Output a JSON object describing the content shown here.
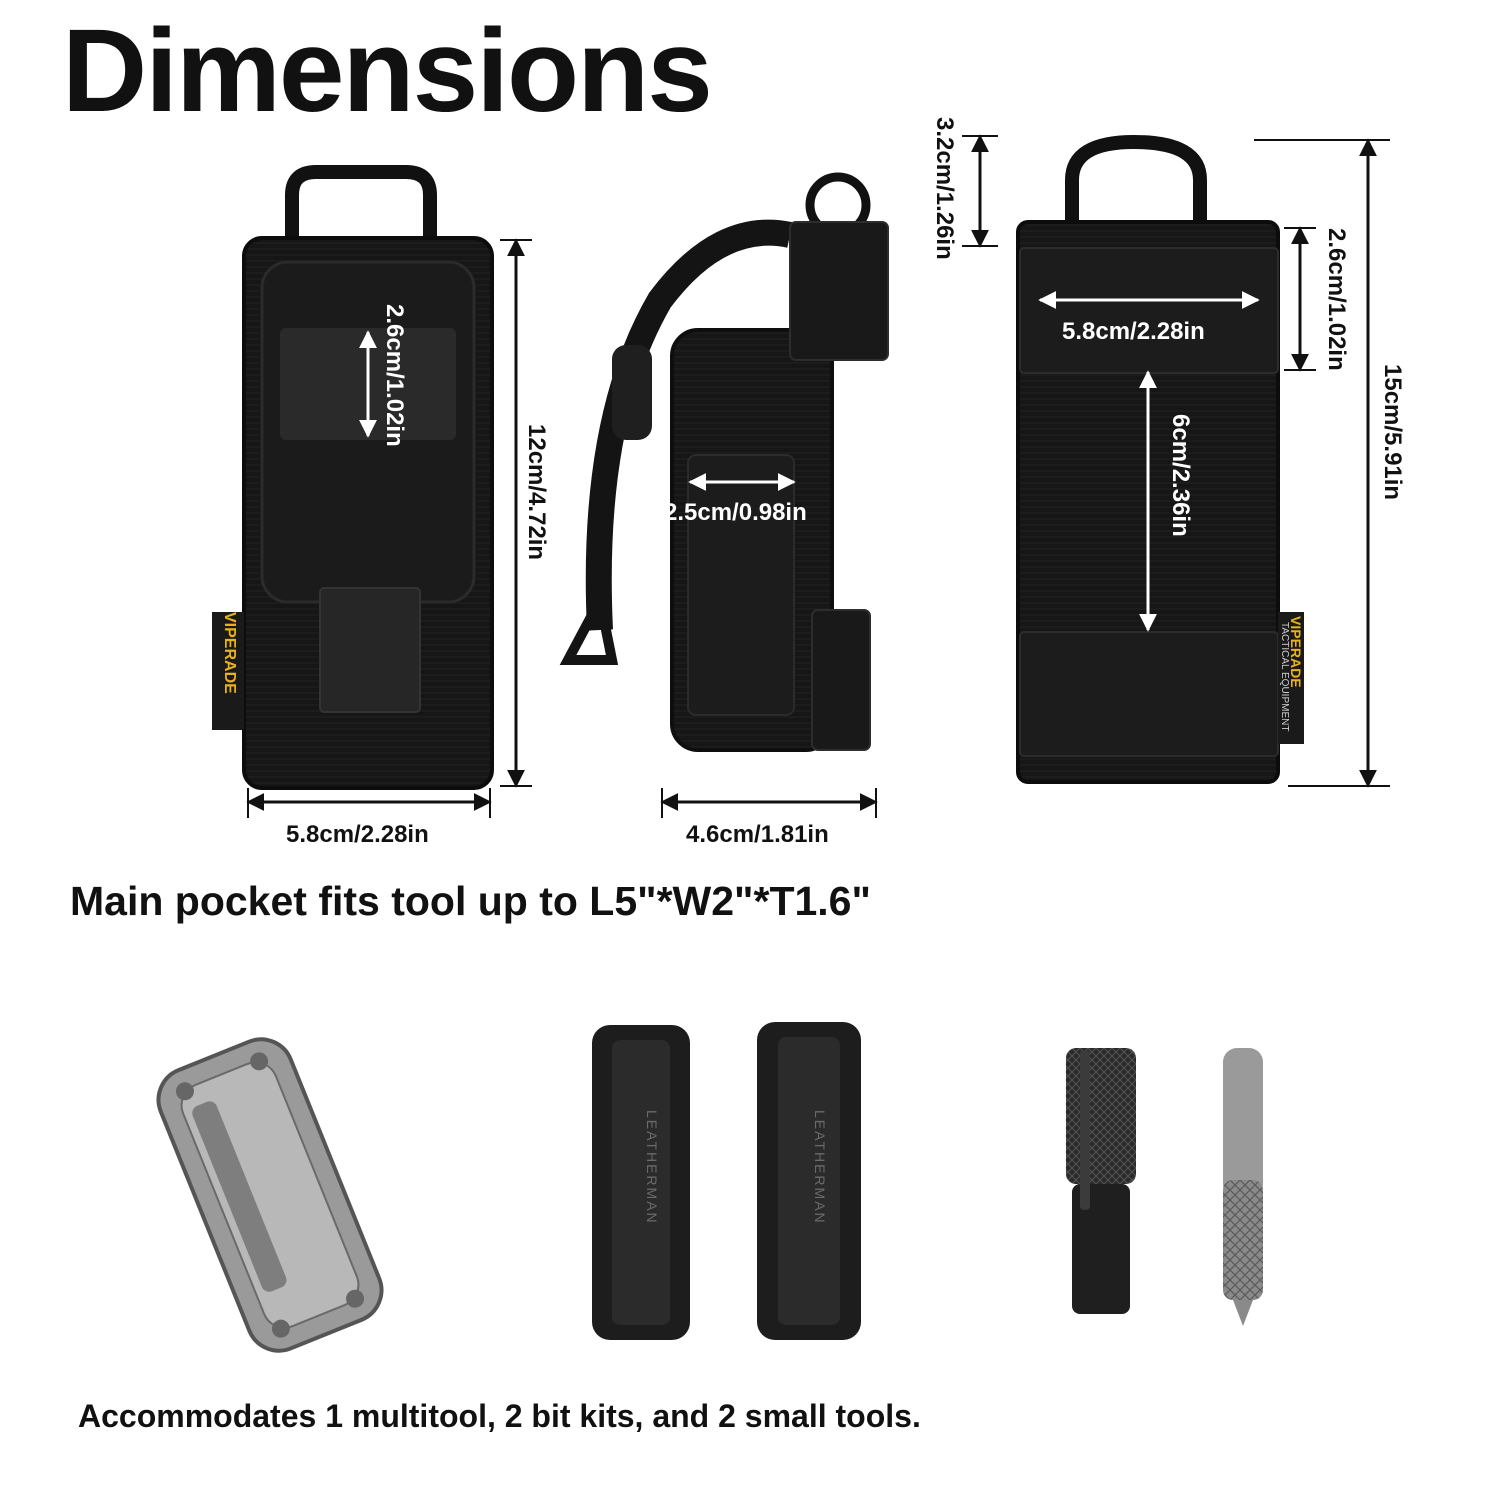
{
  "title": "Dimensions",
  "pouch_front": {
    "height": "12cm/4.72in",
    "width": "5.8cm/2.28in",
    "velcro": "2.6cm/1.02in",
    "brand": "VIPERADE"
  },
  "pouch_side": {
    "width": "4.6cm/1.81in",
    "slot": "2.5cm/0.98in"
  },
  "pouch_back": {
    "ring": "3.2cm/1.26in",
    "total_height": "15cm/5.91in",
    "strap": "2.6cm/1.02in",
    "width": "5.8cm/2.28in",
    "loop": "6cm/2.36in",
    "brand": "VIPERADE",
    "brand_sub": "TACTICAL EQUIPMENT"
  },
  "fit_caption": "Main pocket fits tool up to L5\"*W2\"*T1.6\"",
  "accommodates_caption": "Accommodates 1 multitool, 2 bit kits, and 2 small tools.",
  "tools": {
    "bit_kit_text": "LEATHERMAN"
  }
}
